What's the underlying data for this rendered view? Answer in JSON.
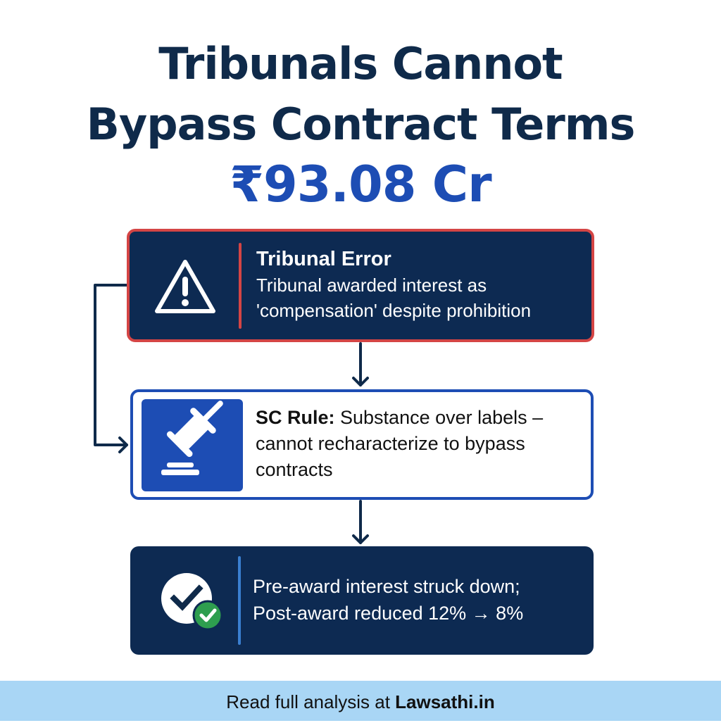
{
  "header": {
    "title_line1": "Tribunals Cannot",
    "title_line2": "Bypass Contract Terms",
    "amount": "₹93.08 Cr"
  },
  "steps": [
    {
      "id": "tribunal-error",
      "icon": "warning-triangle-icon",
      "title": "Tribunal Error",
      "body_line1": "Tribunal awarded interest as",
      "body_line2": "'compensation' despite prohibition",
      "border_color": "#d44545",
      "background": "#0d2a52"
    },
    {
      "id": "sc-rule",
      "icon": "gavel-icon",
      "title": "SC Rule:",
      "body": " Substance over labels – cannot recharacterize to bypass contracts",
      "border_color": "#1d4db4",
      "background": "#ffffff"
    },
    {
      "id": "result",
      "icon": "check-circle-icon",
      "body_line1": "Pre-award interest struck down;",
      "body_line2": "Post-award reduced 12% → 8%",
      "background": "#0d2a52"
    }
  ],
  "footer": {
    "prefix": "Read full analysis at ",
    "site": "Lawsathi.in",
    "background": "#a9d6f5"
  },
  "colors": {
    "navy": "#0f2a4a",
    "accent_blue": "#1d4db4",
    "error_red": "#d44545",
    "success_green": "#2e9e4f"
  }
}
